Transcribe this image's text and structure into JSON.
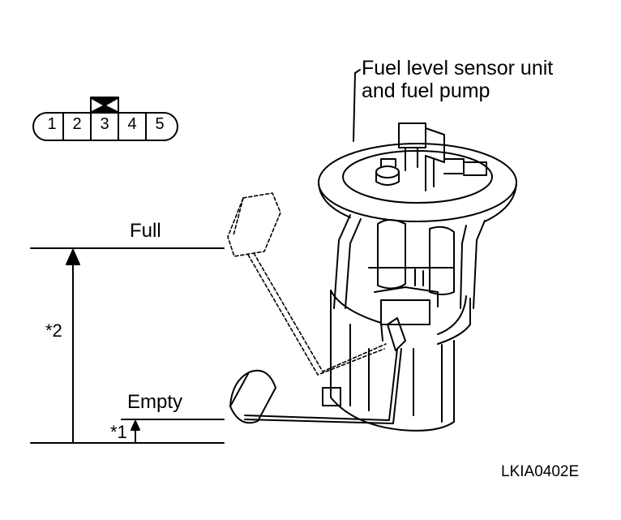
{
  "callout": {
    "line1": "Fuel level sensor unit",
    "line2": "and fuel pump"
  },
  "levels": {
    "full": "Full",
    "empty": "Empty",
    "note2": "*2",
    "note1": "*1"
  },
  "connector": {
    "pins": [
      "1",
      "2",
      "3",
      "4",
      "5"
    ]
  },
  "figure_code": "LKIA0402E"
}
